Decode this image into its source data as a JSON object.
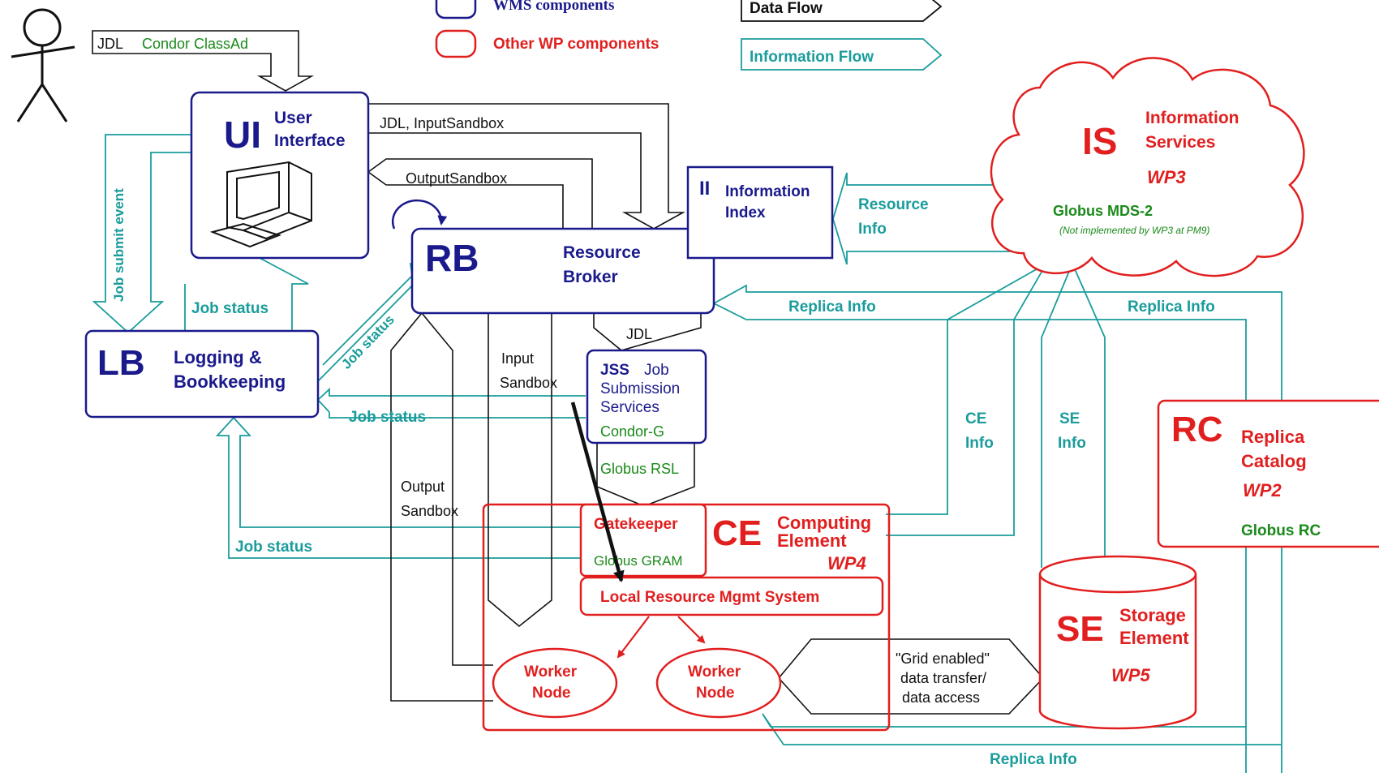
{
  "legend": {
    "wms": "WMS components",
    "other_wp": "Other WP components",
    "data_flow": "Data Flow",
    "info_flow": "Information Flow"
  },
  "colors": {
    "wms": "#1a1a8c",
    "other_wp": "#e11f1f",
    "info_flow": "#1b9c9c",
    "data_flow": "#111111",
    "globus": "#1a8a1a"
  },
  "actor": {
    "jdl": "JDL",
    "classad": "Condor ClassAd"
  },
  "ui": {
    "abbr": "UI",
    "name_line1": "User",
    "name_line2": "Interface"
  },
  "rb": {
    "abbr": "RB",
    "name_line1": "Resource",
    "name_line2": "Broker"
  },
  "ii": {
    "abbr": "II",
    "name_line1": "Information",
    "name_line2": "Index"
  },
  "is": {
    "abbr": "IS",
    "name_line1": "Information",
    "name_line2": "Services",
    "wp": "WP3",
    "impl": "Globus MDS-2",
    "note": "(Not implemented by WP3 at PM9)"
  },
  "lb": {
    "abbr": "LB",
    "name_line1": "Logging &",
    "name_line2": "Bookkeeping"
  },
  "jss": {
    "abbr": "JSS",
    "line1": "Job",
    "line2": "Submission",
    "line3": "Services",
    "impl": "Condor-G"
  },
  "ce": {
    "abbr": "CE",
    "name_line1": "Computing",
    "name_line2": "Element",
    "wp": "WP4",
    "gatekeeper": "Gatekeeper",
    "gram": "Globus GRAM",
    "lrms": "Local Resource Mgmt System",
    "worker_line1": "Worker",
    "worker_line2": "Node"
  },
  "rc": {
    "abbr": "RC",
    "name_line1": "Replica",
    "name_line2": "Catalog",
    "wp": "WP2",
    "impl": "Globus RC"
  },
  "se": {
    "abbr": "SE",
    "name_line1": "Storage",
    "name_line2": "Element",
    "wp": "WP5"
  },
  "flows": {
    "jdl_input": "JDL, InputSandbox",
    "output_sandbox": "OutputSandbox",
    "resource_info_1": "Resource",
    "resource_info_2": "Info",
    "job_submit_event": "Job submit event",
    "job_status": "Job status",
    "replica_info": "Replica Info",
    "jdl": "JDL",
    "input_sandbox_1": "Input",
    "input_sandbox_2": "Sandbox",
    "output_sandbox_1": "Output",
    "output_sandbox_2": "Sandbox",
    "globus_rsl": "Globus RSL",
    "ce_info_1": "CE",
    "ce_info_2": "Info",
    "se_info_1": "SE",
    "se_info_2": "Info",
    "grid_1": "\"Grid enabled\"",
    "grid_2": "data transfer/",
    "grid_3": "data access"
  }
}
